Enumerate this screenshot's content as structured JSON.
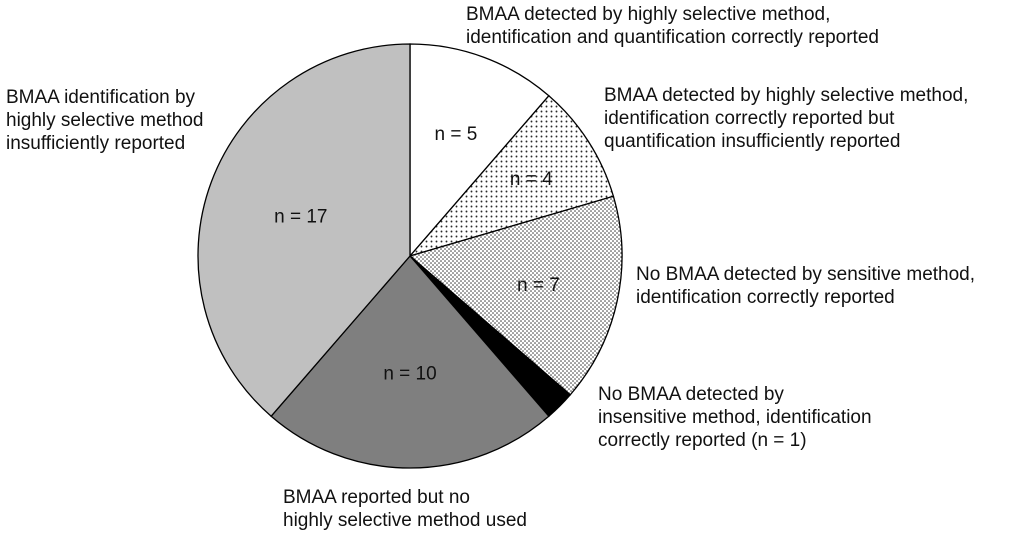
{
  "chart_data": {
    "type": "pie",
    "start_angle_deg": 0,
    "direction": "clockwise",
    "slices": [
      {
        "value": 5,
        "label": "n = 5",
        "fill": "white",
        "annotation": [
          "BMAA detected by highly selective method,",
          "identification and quantification correctly reported"
        ]
      },
      {
        "value": 4,
        "label": "n = 4",
        "fill": "dots-dense",
        "annotation": [
          "BMAA detected by highly selective method,",
          "identification correctly reported but",
          "quantification insufficiently reported"
        ]
      },
      {
        "value": 7,
        "label": "n = 7",
        "fill": "dots-light",
        "annotation": [
          "No BMAA detected by sensitive method,",
          "identification correctly reported"
        ]
      },
      {
        "value": 1,
        "label": "",
        "fill": "black",
        "annotation": [
          "No BMAA detected by",
          "insensitive method, identification",
          "correctly reported (n = 1)"
        ]
      },
      {
        "value": 10,
        "label": "n = 10",
        "fill": "dark-gray",
        "annotation": [
          "BMAA reported but no",
          "highly selective method used"
        ]
      },
      {
        "value": 17,
        "label": "n = 17",
        "fill": "light-gray",
        "annotation": [
          "BMAA identification by",
          "highly selective method",
          "insufficiently reported"
        ]
      }
    ],
    "colors": {
      "white": "#ffffff",
      "black": "#000000",
      "dark-gray": "#7f7f7f",
      "light-gray": "#c0c0c0",
      "dot": "#2a2a2a"
    }
  }
}
